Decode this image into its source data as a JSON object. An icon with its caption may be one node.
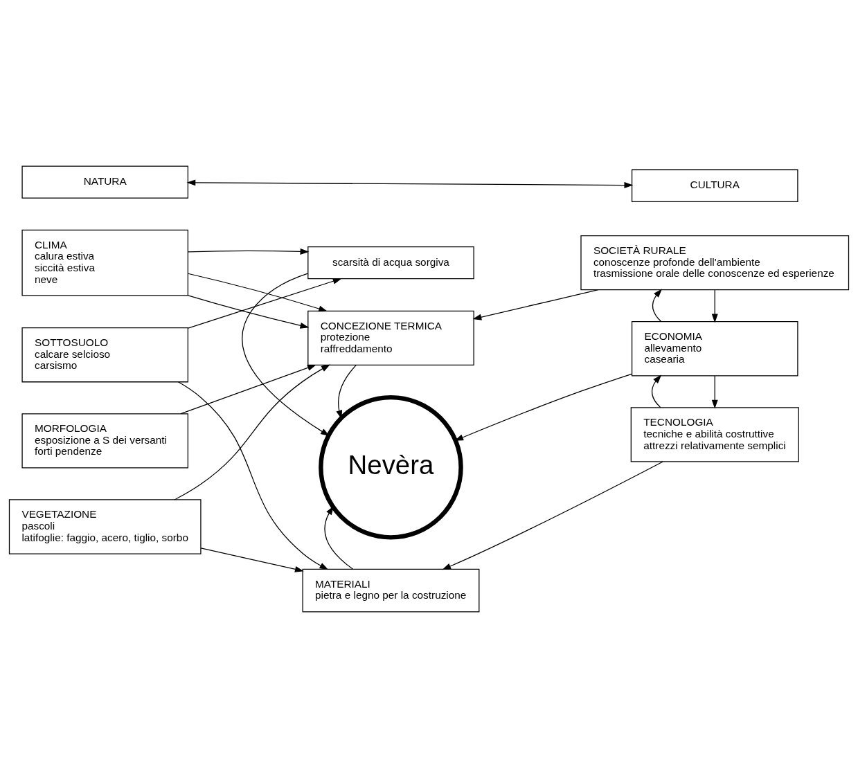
{
  "diagram": {
    "nodes": [
      {
        "text": [
          "NATURA"
        ]
      },
      {
        "text": [
          "CULTURA"
        ]
      },
      {
        "text": [
          "CLIMA",
          "calura estiva",
          "siccità estiva",
          "neve"
        ]
      },
      {
        "text": [
          "SOTTOSUOLO",
          "calcare selcioso",
          "carsismo"
        ]
      },
      {
        "text": [
          "MORFOLOGIA",
          "esposizione a S dei versanti",
          "forti pendenze"
        ]
      },
      {
        "text": [
          "VEGETAZIONE",
          "pascoli",
          "latifoglie: faggio, acero, tiglio, sorbo"
        ]
      },
      {
        "text": [
          "scarsità di acqua sorgiva"
        ]
      },
      {
        "text": [
          "CONCEZIONE TERMICA",
          "protezione",
          "raffreddamento"
        ]
      },
      {
        "text": [
          "Nevèra"
        ]
      },
      {
        "text": [
          "MATERIALI",
          "pietra e legno per la costruzione"
        ]
      },
      {
        "text": [
          "SOCIETÀ RURALE",
          "conoscenze profonde dell'ambiente",
          "trasmissione orale delle conoscenze ed esperienze"
        ]
      },
      {
        "text": [
          "ECONOMIA",
          "allevamento",
          "casearia"
        ]
      },
      {
        "text": [
          "TECNOLOGIA",
          "tecniche e abilità costruttive",
          "attrezzi relativamente semplici"
        ]
      }
    ],
    "edges": [
      {
        "from": 0,
        "to": 1,
        "arrow": "both"
      },
      {
        "from": 2,
        "to": 7,
        "arrow": "to"
      },
      {
        "from": 2,
        "to": 6,
        "arrow": "to"
      },
      {
        "from": 2,
        "to": 7,
        "arrow": "to"
      },
      {
        "from": 3,
        "to": 9,
        "arrow": "to"
      },
      {
        "from": 3,
        "to": 6,
        "arrow": "to"
      },
      {
        "from": 4,
        "to": 7,
        "arrow": "to"
      },
      {
        "from": 5,
        "to": 7,
        "arrow": "to"
      },
      {
        "from": 5,
        "to": 9,
        "arrow": "to"
      },
      {
        "from": 6,
        "to": 8,
        "arrow": "to"
      },
      {
        "from": 7,
        "to": 8,
        "arrow": "to"
      },
      {
        "from": 9,
        "to": 8,
        "arrow": "to"
      },
      {
        "from": 10,
        "to": 7,
        "arrow": "to"
      },
      {
        "from": 10,
        "to": 11,
        "arrow": "to"
      },
      {
        "from": 11,
        "to": 10,
        "arrow": "to"
      },
      {
        "from": 11,
        "to": 12,
        "arrow": "to"
      },
      {
        "from": 11,
        "to": 8,
        "arrow": "to"
      },
      {
        "from": 12,
        "to": 11,
        "arrow": "to"
      },
      {
        "from": 12,
        "to": 9,
        "arrow": "to"
      }
    ]
  }
}
